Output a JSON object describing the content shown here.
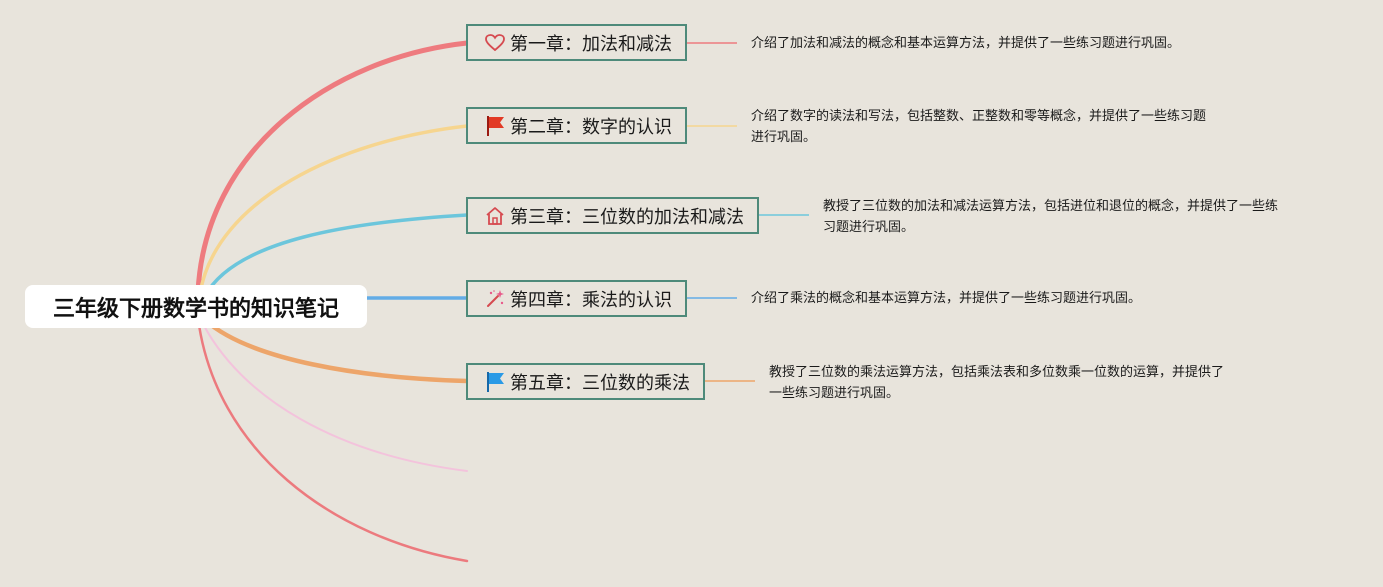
{
  "root": {
    "title": "三年级下册数学书的知识笔记"
  },
  "chapters": [
    {
      "title": "第一章：加法和减法",
      "icon": "heart-icon",
      "color": "#ee7b7f",
      "desc_lines": [
        "介绍了加法和减法的概念和基本运算方法，并提供了一些练习题进行巩固。"
      ]
    },
    {
      "title": "第二章：数字的认识",
      "icon": "red-flag-icon",
      "color": "#f6d58f",
      "desc_lines": [
        "介绍了数字的读法和写法，包括整数、正整数和零等概念，并提供了一些练习题",
        "进行巩固。"
      ]
    },
    {
      "title": "第三章：三位数的加法和减法",
      "icon": "house-icon",
      "color": "#6cc6dc",
      "desc_lines": [
        "教授了三位数的加法和减法运算方法，包括进位和退位的概念，并提供了一些练",
        "习题进行巩固。"
      ]
    },
    {
      "title": "第四章：乘法的认识",
      "icon": "magic-wand-icon",
      "color": "#62ace6",
      "desc_lines": [
        "介绍了乘法的概念和基本运算方法，并提供了一些练习题进行巩固。"
      ]
    },
    {
      "title": "第五章：三位数的乘法",
      "icon": "blue-flag-icon",
      "color": "#eda56a",
      "desc_lines": [
        "教授了三位数的乘法运算方法，包括乘法表和多位数乘一位数的运算，并提供了",
        "一些练习题进行巩固。"
      ]
    }
  ],
  "extra_branch_colors": [
    "#f3c3dc",
    "#ec7a7e"
  ]
}
